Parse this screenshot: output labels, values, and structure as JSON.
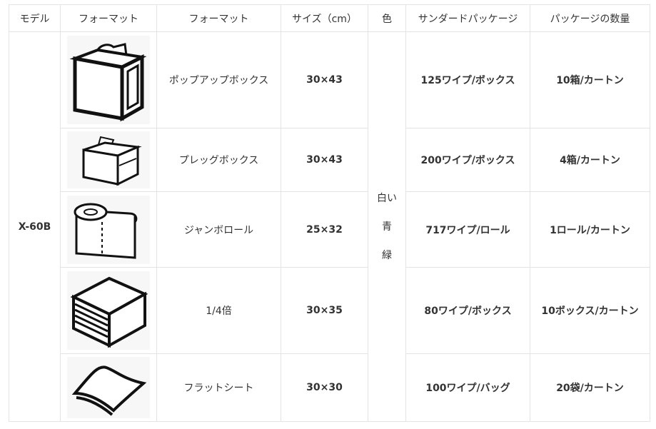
{
  "headers": {
    "model": "モデル",
    "image": "フォーマット",
    "format": "フォーマット",
    "size": "サイズ（cm）",
    "color": "色",
    "standard_package": "サンダードパッケージ",
    "package_qty": "パッケージの数量"
  },
  "model": "X-60B",
  "colors": [
    "白い",
    "青",
    "緑"
  ],
  "rows": [
    {
      "icon": "popup-box-icon",
      "format": "ポップアップボックス",
      "size": "30×43",
      "package": "125ワイプ/ボックス",
      "qty": "10箱/カートン"
    },
    {
      "icon": "pleg-box-icon",
      "format": "プレッグボックス",
      "size": "30×43",
      "package": "200ワイプ/ボックス",
      "qty": "4箱/カートン"
    },
    {
      "icon": "jumbo-roll-icon",
      "format": "ジャンボロール",
      "size": "25×32",
      "package": "717ワイプ/ロール",
      "qty": "1ロール/カートン"
    },
    {
      "icon": "quarter-fold-icon",
      "format": "1/4倍",
      "size": "30×35",
      "package": "80ワイプ/ボックス",
      "qty": "10ボックス/カートン"
    },
    {
      "icon": "flat-sheet-icon",
      "format": "フラットシート",
      "size": "30×30",
      "package": "100ワイプ/バッグ",
      "qty": "20袋/カートン"
    }
  ]
}
